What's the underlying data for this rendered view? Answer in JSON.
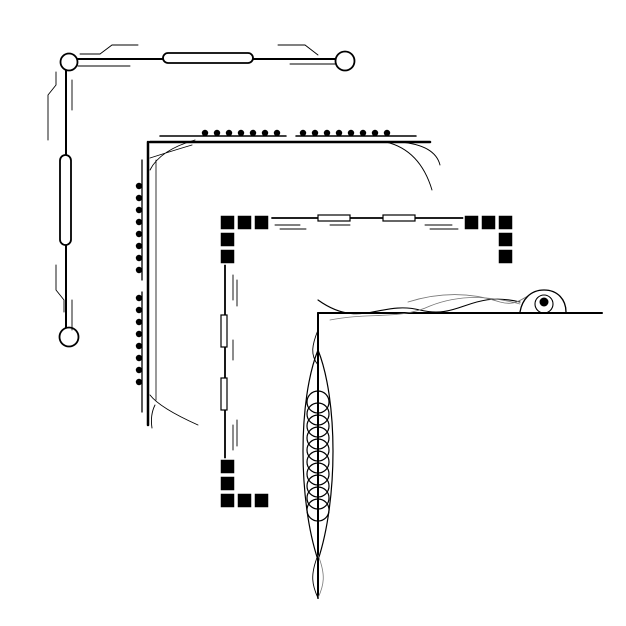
{
  "colors": {
    "background": "#ffffff",
    "stroke": "#000000",
    "thin_stroke": "#555555",
    "fill": "#000000"
  },
  "frames": [
    {
      "id": "frame-1",
      "style": "circle-node-corner"
    },
    {
      "id": "frame-2",
      "style": "dotted-corner"
    },
    {
      "id": "frame-3",
      "style": "square-block-corner"
    },
    {
      "id": "frame-4",
      "style": "spiral-wave-corner"
    }
  ]
}
